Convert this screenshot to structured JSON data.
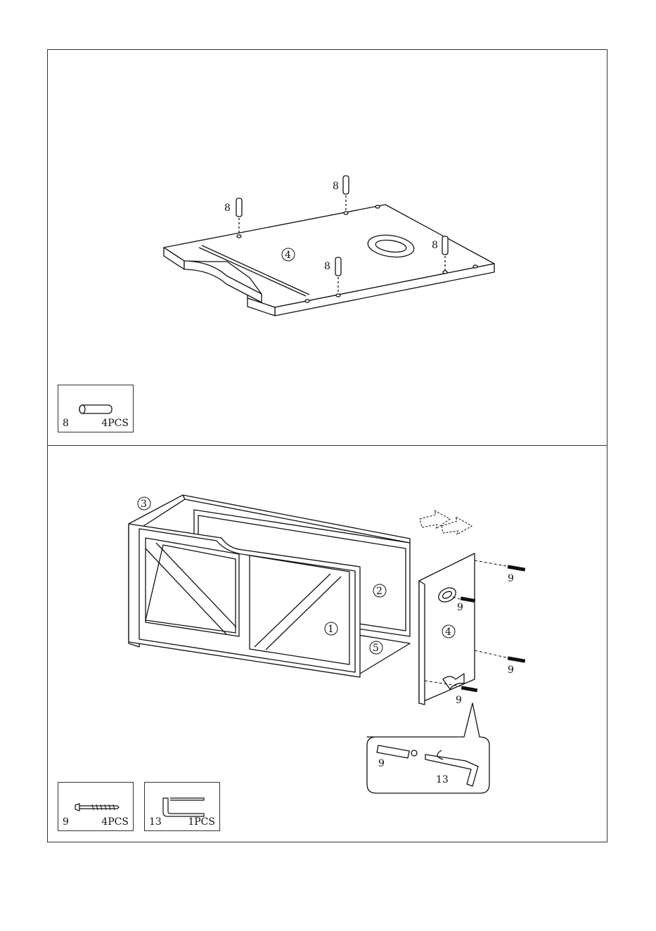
{
  "step1": {
    "part_label": "4",
    "dowel_labels": [
      "8",
      "8",
      "8",
      "8"
    ],
    "hardware": [
      {
        "number": "8",
        "quantity": "4PCS",
        "icon": "dowel-icon"
      }
    ]
  },
  "step2": {
    "part_labels": {
      "side_left": "3",
      "front": "1",
      "back": "2",
      "bottom": "5",
      "side_right": "4"
    },
    "screw_labels": [
      "9",
      "9",
      "9",
      "9"
    ],
    "detail": {
      "screw": "9",
      "key": "13"
    },
    "hardware": [
      {
        "number": "9",
        "quantity": "4PCS",
        "icon": "screw-icon"
      },
      {
        "number": "13",
        "quantity": "1PCS",
        "icon": "allen-key-icon"
      }
    ]
  }
}
